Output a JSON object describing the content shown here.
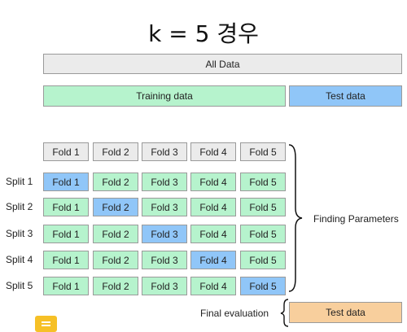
{
  "title": "k = 5 경우",
  "all_data": "All Data",
  "training_data": "Training data",
  "test_data": "Test data",
  "fold_header": [
    "Fold 1",
    "Fold 2",
    "Fold 3",
    "Fold 4",
    "Fold 5"
  ],
  "splits": [
    {
      "label": "Split 1",
      "folds": [
        "Fold 1",
        "Fold 2",
        "Fold 3",
        "Fold 4",
        "Fold 5"
      ],
      "test_fold": 0
    },
    {
      "label": "Split 2",
      "folds": [
        "Fold 1",
        "Fold 2",
        "Fold 3",
        "Fold 4",
        "Fold 5"
      ],
      "test_fold": 1
    },
    {
      "label": "Split 3",
      "folds": [
        "Fold 1",
        "Fold 2",
        "Fold 3",
        "Fold 4",
        "Fold 5"
      ],
      "test_fold": 2
    },
    {
      "label": "Split 4",
      "folds": [
        "Fold 1",
        "Fold 2",
        "Fold 3",
        "Fold 4",
        "Fold 5"
      ],
      "test_fold": 3
    },
    {
      "label": "Split 5",
      "folds": [
        "Fold 1",
        "Fold 2",
        "Fold 3",
        "Fold 4",
        "Fold 5"
      ],
      "test_fold": 4
    }
  ],
  "finding_parameters": "Finding Parameters",
  "final_evaluation": "Final evaluation",
  "final_test_data": "Test data",
  "colors": {
    "neutral": "#ebebeb",
    "training": "#b6f3cd",
    "validation": "#90c6f8",
    "final_test": "#f8cf9d"
  }
}
